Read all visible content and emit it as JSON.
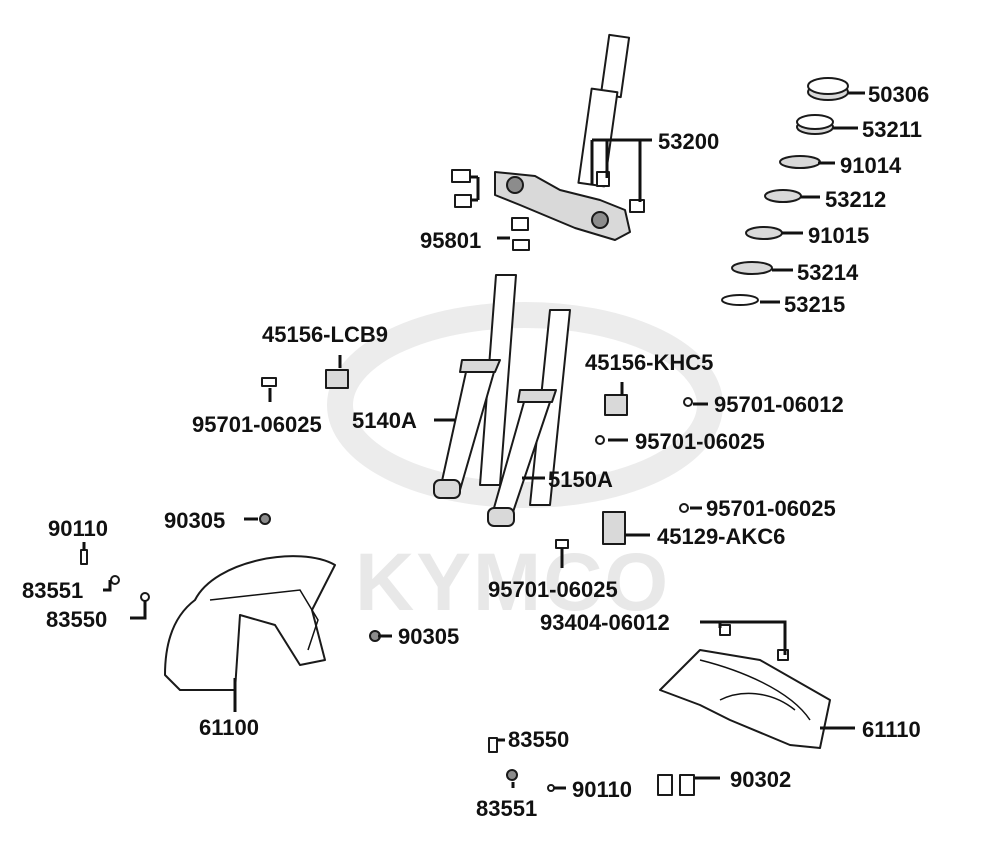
{
  "watermark": {
    "brand": "KYMCO"
  },
  "labels": {
    "l50306": "50306",
    "l53211": "53211",
    "l91014": "91014",
    "l53212": "53212",
    "l91015": "91015",
    "l53214": "53214",
    "l53215": "53215",
    "l53200": "53200",
    "l95801": "95801",
    "l45156lcb9": "45156-LCB9",
    "l95701_06025_a": "95701-06025",
    "l5140a": "5140A",
    "l45156khc5": "45156-KHC5",
    "l95701_06012": "95701-06012",
    "l95701_06025_b": "95701-06025",
    "l5150a": "5150A",
    "l95701_06025_c": "95701-06025",
    "l45129akc6": "45129-AKC6",
    "l95701_06025_d": "95701-06025",
    "l90110_a": "90110",
    "l90305_a": "90305",
    "l83551_a": "83551",
    "l83550_a": "83550",
    "l90305_b": "90305",
    "l61100": "61100",
    "l93404_06012": "93404-06012",
    "l61110": "61110",
    "l83550_b": "83550",
    "l90302": "90302",
    "l90110_b": "90110",
    "l83551_b": "83551"
  },
  "colors": {
    "ink": "#111111",
    "part_fill": "#ffffff",
    "shade": "#d9d9d9",
    "watermark": "#e8e8e8"
  }
}
